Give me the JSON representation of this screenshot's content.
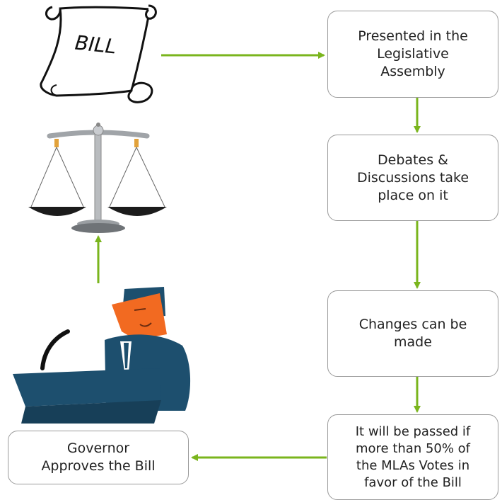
{
  "diagram": {
    "scroll": {
      "label": "BILL"
    },
    "steps": [
      {
        "text": "Presented in the\nLegislative\nAssembly"
      },
      {
        "text": "Debates &\nDiscussions take\nplace on it"
      },
      {
        "text": "Changes can be\nmade"
      },
      {
        "text": "It will be passed if\nmore than 50% of\nthe MLAs Votes in\nfavor of the Bill"
      }
    ],
    "final": {
      "text": "Governor\nApproves the Bill"
    },
    "colors": {
      "arrow": "#7ab51d",
      "box_border": "#9a9a9a",
      "suit": "#1d4f6e",
      "face": "#f26a21"
    },
    "icons": [
      "scroll-icon",
      "balance-scale-icon",
      "speaker-at-podium-icon"
    ]
  }
}
